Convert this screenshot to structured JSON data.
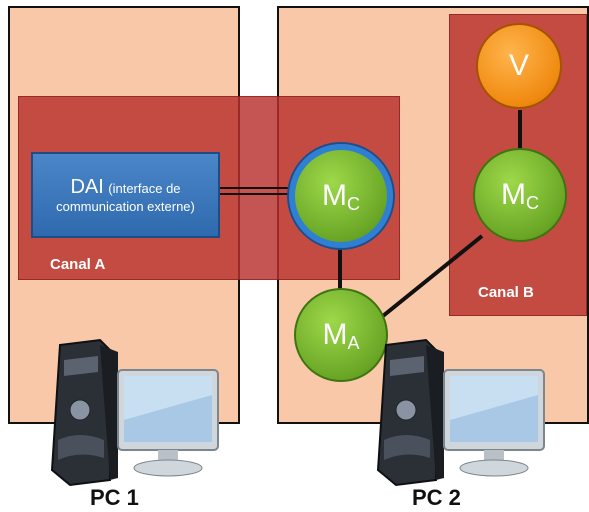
{
  "pcs": [
    {
      "label": "PC 1"
    },
    {
      "label": "PC 2"
    }
  ],
  "canals": {
    "a": {
      "label": "Canal A"
    },
    "b": {
      "label": "Canal B"
    }
  },
  "dai": {
    "title": "DAI",
    "line1": "(interface de",
    "line2": "communication externe)"
  },
  "nodes": {
    "mc_a": {
      "main": "M",
      "sub": "C"
    },
    "mc_b": {
      "main": "M",
      "sub": "C"
    },
    "ma": {
      "main": "M",
      "sub": "A"
    },
    "v": {
      "main": "V"
    }
  },
  "colors": {
    "pc_panel": "#f8c8a8",
    "canal": "#b8302c",
    "dai": "#3d78bd",
    "node_green": "#7cb82f",
    "node_orange": "#f08a10",
    "ring_blue": "#2f7fd3"
  }
}
